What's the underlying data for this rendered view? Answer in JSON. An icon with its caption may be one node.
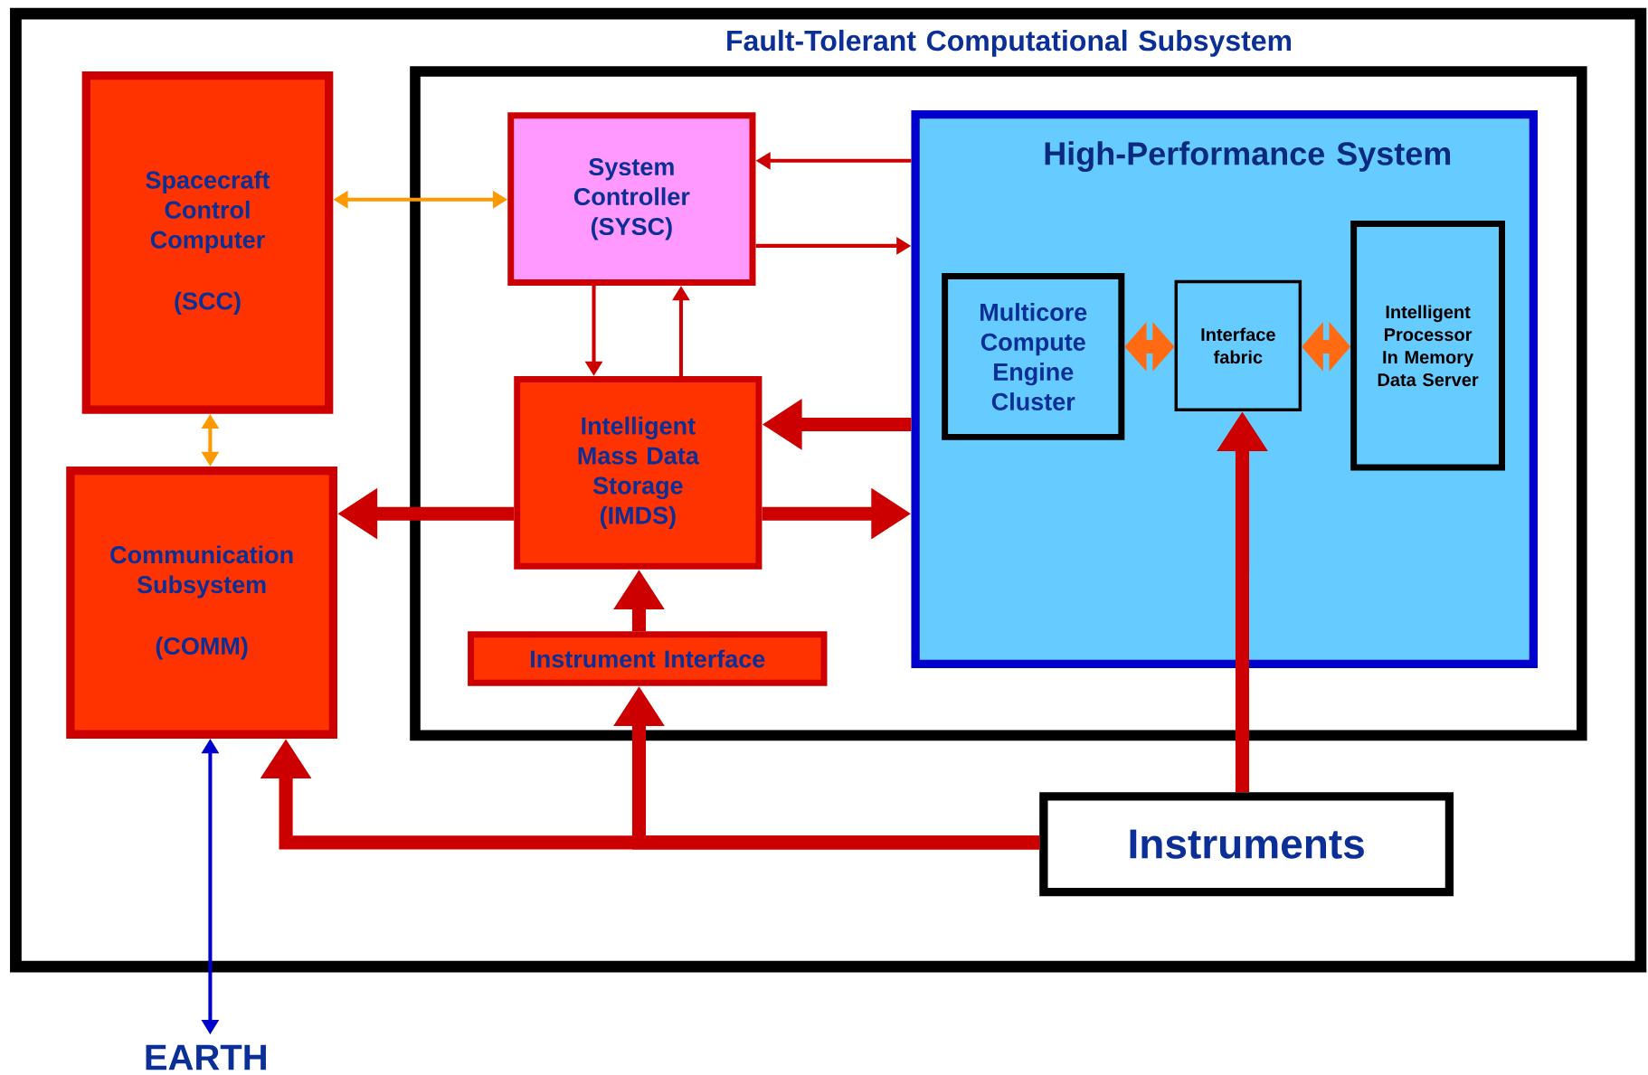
{
  "diagram": {
    "nodes": [
      {
        "text": [
          "Fault-Tolerant Computational Subsystem"
        ]
      },
      {
        "text": [
          "Spacecraft Control Computer",
          "(SCC)"
        ]
      },
      {
        "text": [
          "System Controller (SYSC)"
        ],
        "in": 0
      },
      {
        "text": [
          "High-Performance System"
        ],
        "in": 0
      },
      {
        "text": [
          "Multicore Compute Engine Cluster"
        ],
        "in": 3
      },
      {
        "text": [
          "Interface fabric"
        ],
        "in": 3
      },
      {
        "text": [
          "Intelligent Processor In Memory Data Server"
        ],
        "in": 3
      },
      {
        "text": [
          "Intelligent Mass Data Storage (IMDS)"
        ],
        "in": 0
      },
      {
        "text": [
          "Instrument Interface"
        ],
        "in": 0
      },
      {
        "text": [
          "Communication Subsystem",
          "(COMM)"
        ]
      },
      {
        "text": [
          "Instruments"
        ]
      },
      {
        "text": [
          "EARTH"
        ]
      }
    ],
    "edges": [
      {
        "from": 1,
        "to": 2,
        "arrow": "both",
        "color": "#ff9900"
      },
      {
        "from": 3,
        "to": 2,
        "arrow": "to"
      },
      {
        "from": 2,
        "to": 3,
        "arrow": "to"
      },
      {
        "from": 2,
        "to": 7,
        "arrow": "to"
      },
      {
        "from": 7,
        "to": 2,
        "arrow": "to"
      },
      {
        "from": 3,
        "to": 7,
        "arrow": "to"
      },
      {
        "from": 7,
        "to": 3,
        "arrow": "to"
      },
      {
        "from": 7,
        "to": 9,
        "arrow": "to"
      },
      {
        "from": 8,
        "to": 7,
        "arrow": "to"
      },
      {
        "from": 4,
        "to": 5,
        "arrow": "both",
        "color": "#ff6a13"
      },
      {
        "from": 5,
        "to": 6,
        "arrow": "both",
        "color": "#ff6a13"
      },
      {
        "from": 1,
        "to": 9,
        "arrow": "both",
        "color": "#ff9900"
      },
      {
        "from": 9,
        "to": 11,
        "arrow": "both",
        "color": "#0000cc"
      },
      {
        "from": 10,
        "to": 5,
        "arrow": "to"
      },
      {
        "from": 10,
        "to": 8,
        "arrow": "to"
      },
      {
        "from": 10,
        "to": 9,
        "arrow": "to"
      }
    ]
  }
}
